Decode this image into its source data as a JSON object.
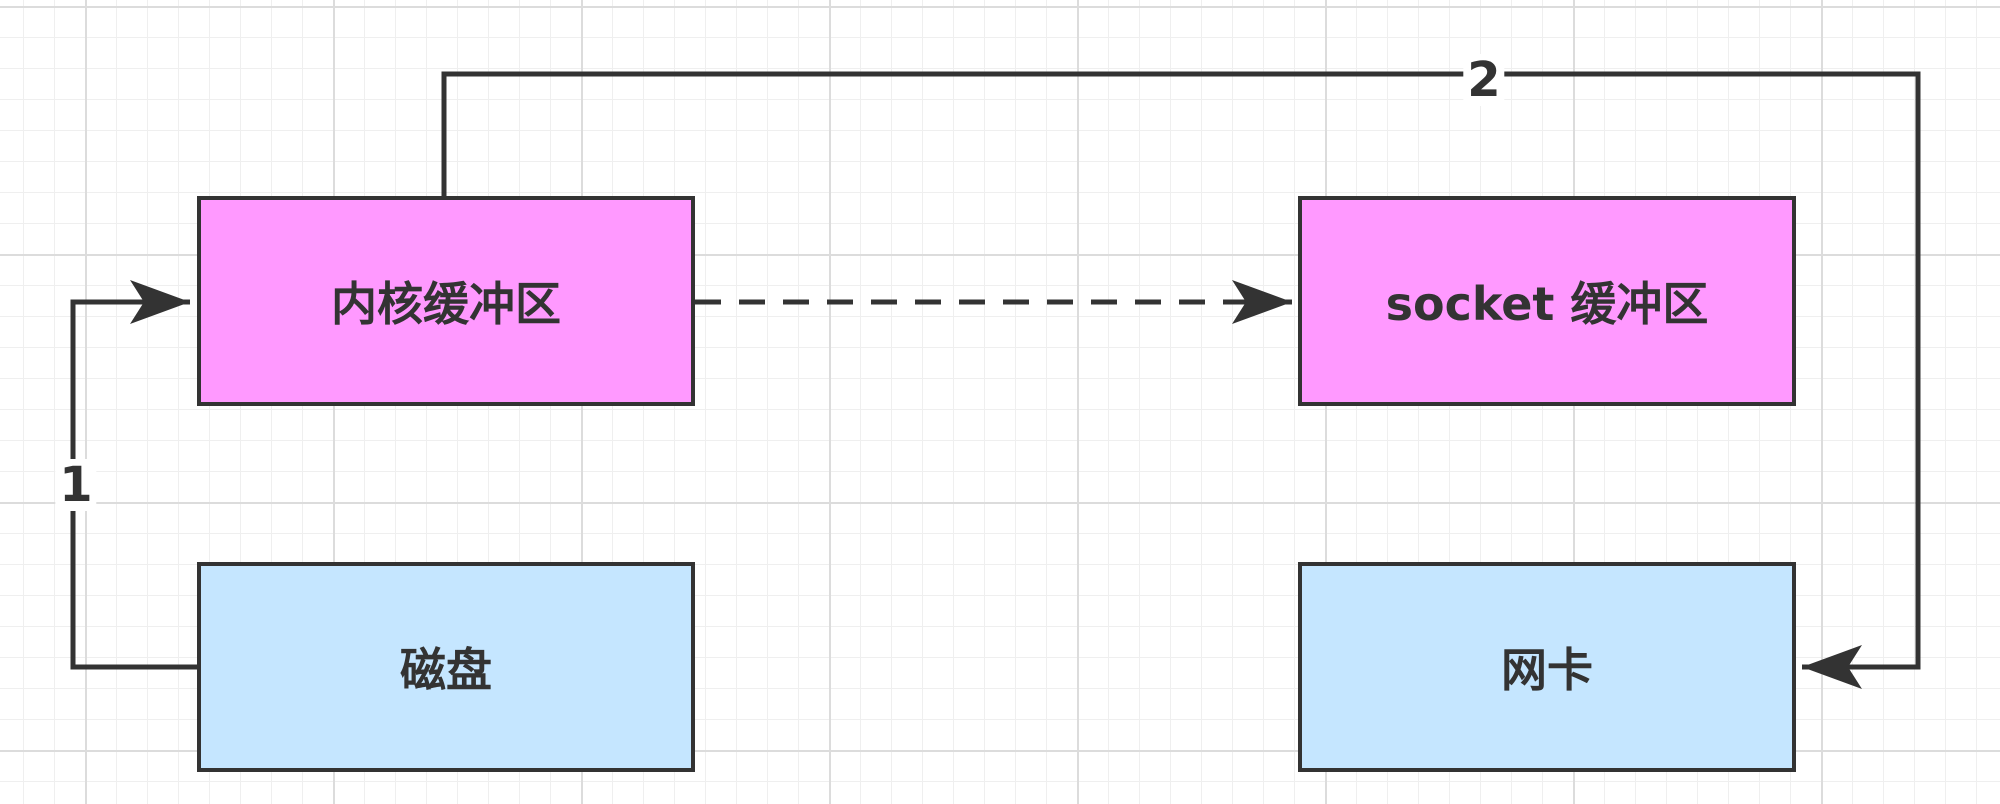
{
  "colors": {
    "buffer_fill": "#ff99ff",
    "device_fill": "#c5e6ff",
    "stroke": "#333333"
  },
  "nodes": {
    "kernel_buffer": "内核缓冲区",
    "socket_buffer": "socket 缓冲区",
    "disk": "磁盘",
    "nic": "网卡"
  },
  "edges": {
    "step1_label": "1",
    "step2_label": "2"
  }
}
